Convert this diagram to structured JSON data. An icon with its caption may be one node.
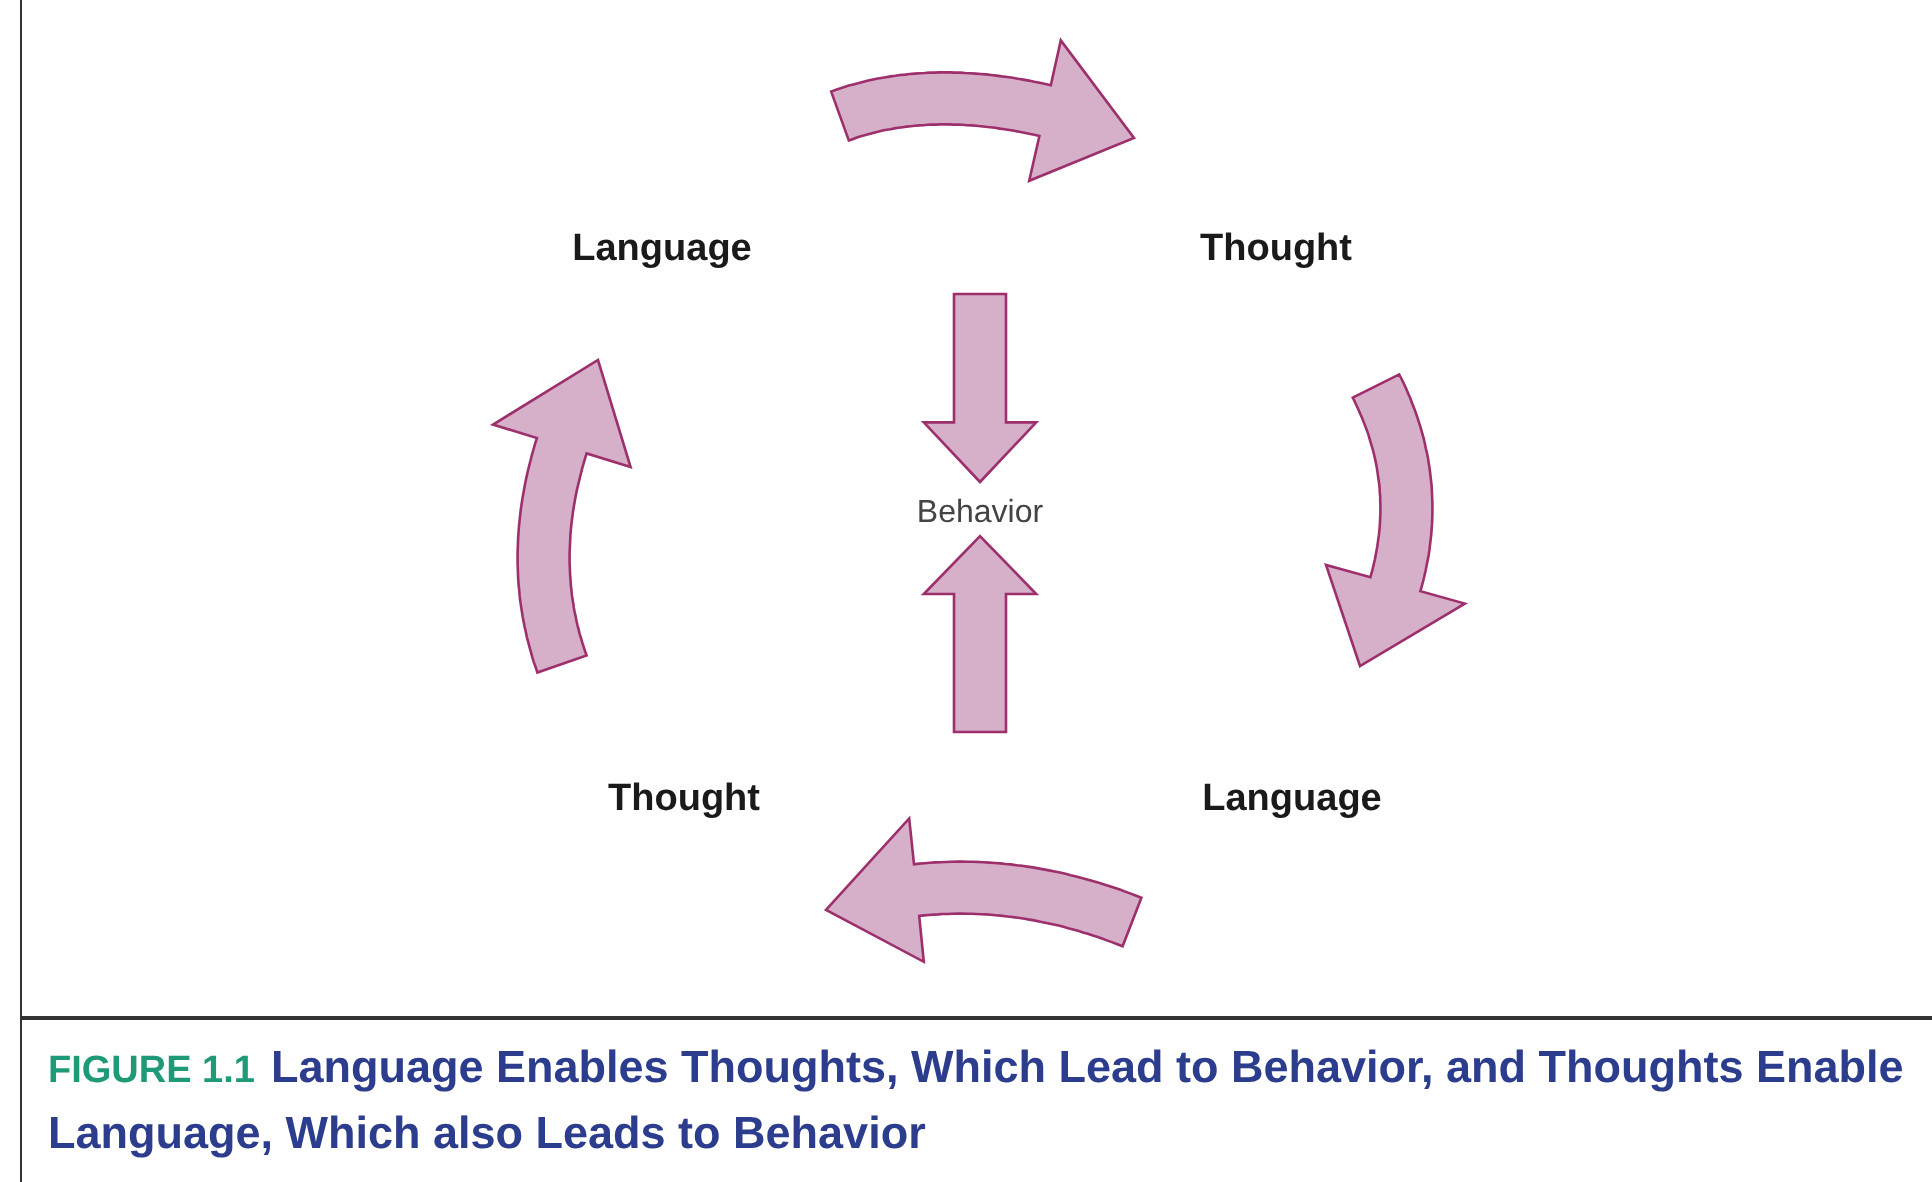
{
  "diagram": {
    "caption": "Language Enables Thoughts, Which Lead to Behavior, and Thoughts Enable Language, Which also Leads to Behavior",
    "nodes": [
      {
        "text": [
          "Language"
        ]
      },
      {
        "text": [
          "Thought"
        ]
      },
      {
        "text": [
          "Behavior"
        ]
      },
      {
        "text": [
          "Thought"
        ]
      },
      {
        "text": [
          "Language"
        ]
      }
    ],
    "edges": [
      {
        "from": 0,
        "to": 1,
        "arrow": "to",
        "style": "thick"
      },
      {
        "from": 1,
        "to": 4,
        "arrow": "to",
        "style": "thick"
      },
      {
        "from": 4,
        "to": 3,
        "arrow": "to",
        "style": "thick"
      },
      {
        "from": 3,
        "to": 0,
        "arrow": "to",
        "style": "thick"
      },
      {
        "from": null,
        "to": 2,
        "arrow": "to",
        "style": "thick"
      },
      {
        "from": null,
        "to": 2,
        "arrow": "to",
        "style": "thick"
      }
    ],
    "labels": [
      "FIGURE 1.1"
    ]
  }
}
